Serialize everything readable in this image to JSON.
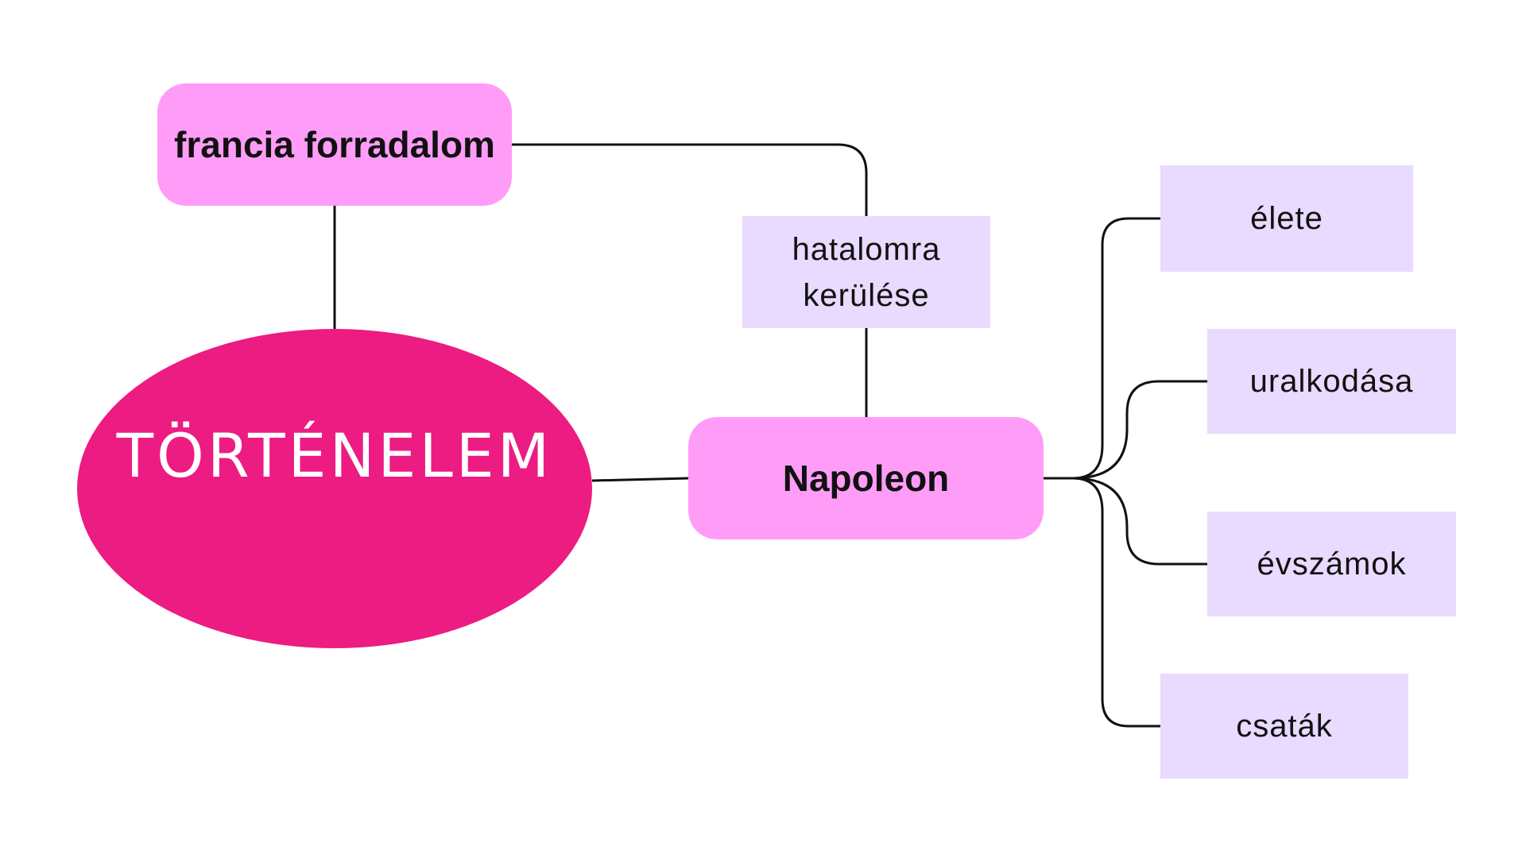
{
  "diagram": {
    "center": {
      "label": "TÖRTÉNELEM"
    },
    "nodes": {
      "revolution": {
        "label": "francia forradalom"
      },
      "napoleon": {
        "label": "Napoleon"
      },
      "power": {
        "label": "hatalomra kerülése"
      },
      "life": {
        "label": "élete"
      },
      "reign": {
        "label": "uralkodása"
      },
      "dates": {
        "label": "évszámok"
      },
      "battles": {
        "label": "csaták"
      }
    },
    "colors": {
      "center_fill": "#EC1C83",
      "center_text": "#FFFFFF",
      "pill_fill": "#FF9CF8",
      "leaf_fill": "#E9DAFF",
      "connector": "#111111"
    }
  }
}
